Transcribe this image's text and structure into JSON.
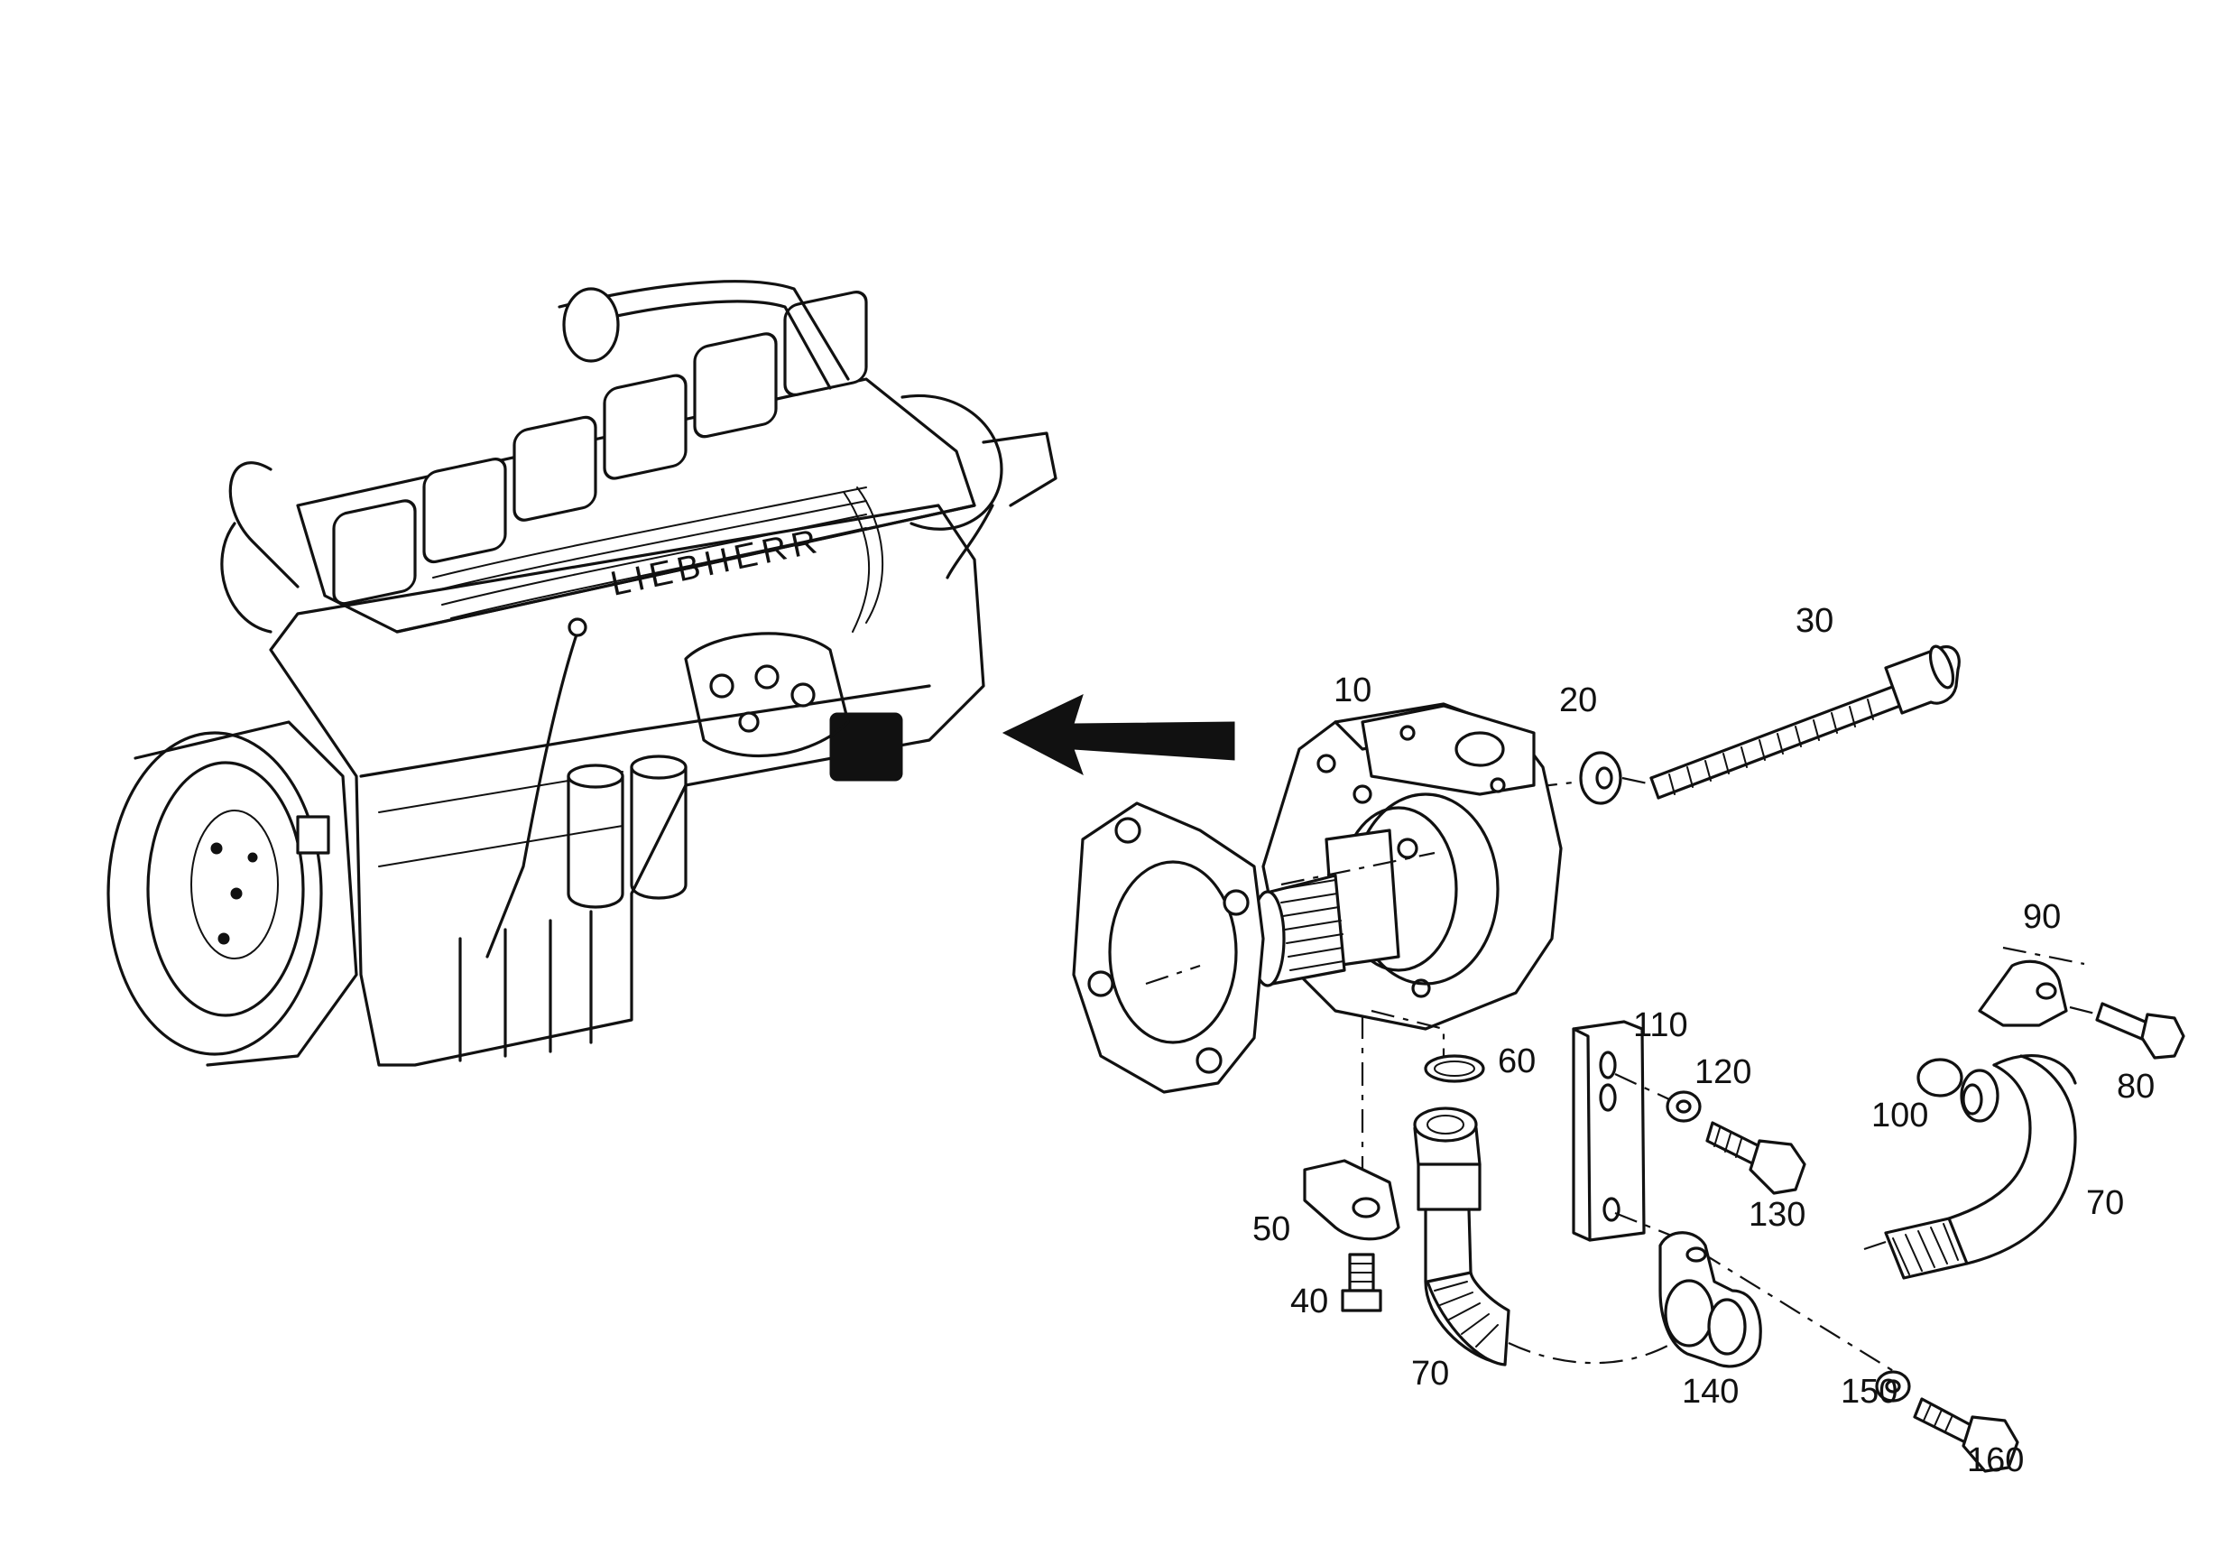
{
  "callouts": [
    {
      "id": "c10",
      "text": "10"
    },
    {
      "id": "c20",
      "text": "20"
    },
    {
      "id": "c30",
      "text": "30"
    },
    {
      "id": "c40",
      "text": "40"
    },
    {
      "id": "c50",
      "text": "50"
    },
    {
      "id": "c60",
      "text": "60"
    },
    {
      "id": "c70a",
      "text": "70"
    },
    {
      "id": "c70b",
      "text": "70"
    },
    {
      "id": "c80",
      "text": "80"
    },
    {
      "id": "c90",
      "text": "90"
    },
    {
      "id": "c100",
      "text": "100"
    },
    {
      "id": "c110",
      "text": "110"
    },
    {
      "id": "c120",
      "text": "120"
    },
    {
      "id": "c130",
      "text": "130"
    },
    {
      "id": "c140",
      "text": "140"
    },
    {
      "id": "c150",
      "text": "150"
    },
    {
      "id": "c160",
      "text": "160"
    }
  ],
  "engine_badge": "LIEBHERR",
  "colors": {
    "ink": "#111111",
    "paper": "#ffffff"
  }
}
